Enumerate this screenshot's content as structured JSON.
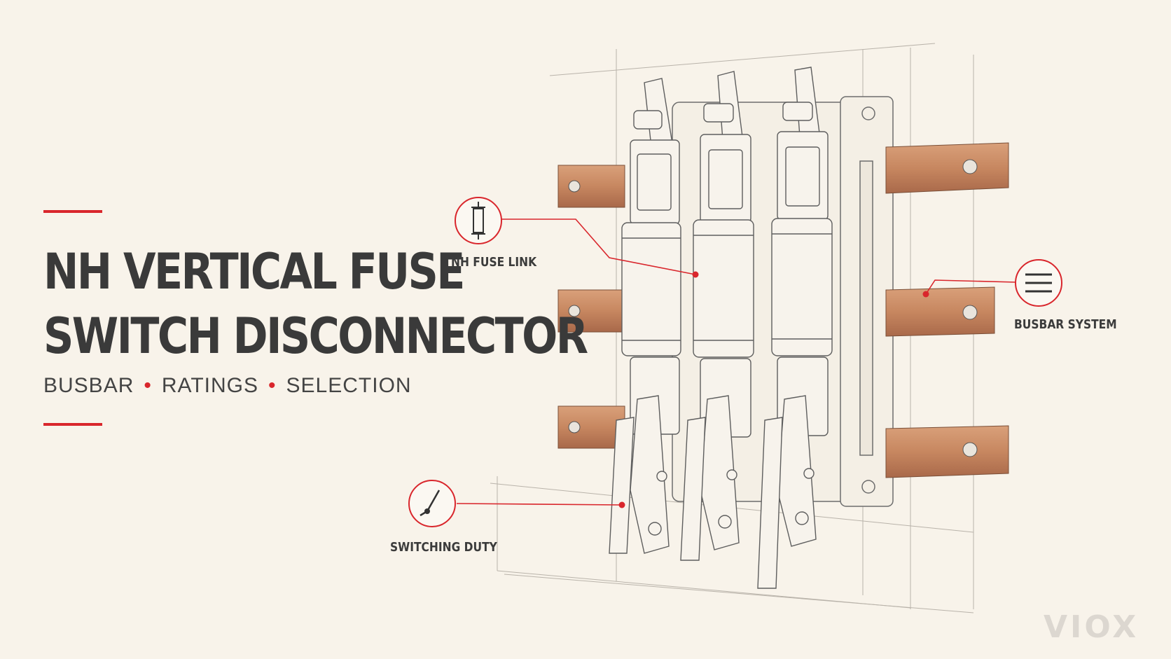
{
  "title": {
    "line1": "NH VERTICAL FUSE",
    "line2": "SWITCH DISCONNECTOR"
  },
  "subtitle": {
    "items": [
      "BUSBAR",
      "RATINGS",
      "SELECTION"
    ]
  },
  "callouts": {
    "fuse_link": "NH FUSE LINK",
    "busbar_system": "BUSBAR SYSTEM",
    "switching_duty": "SWITCHING DUTY"
  },
  "brand": "VIOX",
  "colors": {
    "background": "#f8f3ea",
    "accent": "#d9262c",
    "title": "#3a3a3a",
    "copper": "#c98a63",
    "line_art": "#6d6d6d"
  },
  "icons": {
    "fuse_link": "fuse-icon",
    "busbar_system": "busbar-lines-icon",
    "switching_duty": "lever-icon"
  }
}
